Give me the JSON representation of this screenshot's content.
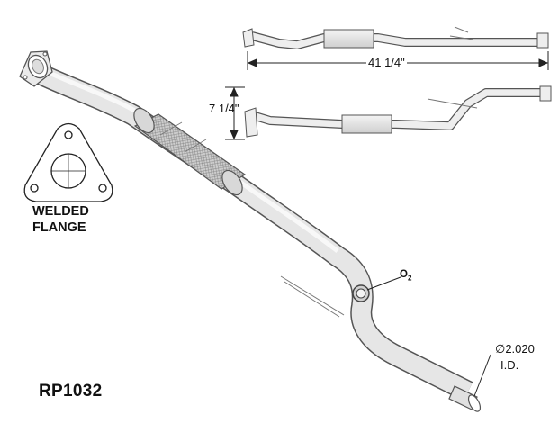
{
  "labels": {
    "flange_line1": "WELDED",
    "flange_line2": "FLANGE",
    "part_number": "RP1032",
    "sensor": "O",
    "sensor_sub": "2",
    "diameter_symbol": "∅",
    "diameter_value": "2.020",
    "diameter_unit": "I.D.",
    "overall_length": "41 1/4\"",
    "overall_height": "7 1/4\""
  },
  "colors": {
    "pipe_fill": "#e4e4e4",
    "pipe_outline": "#555555",
    "text": "#111111"
  }
}
